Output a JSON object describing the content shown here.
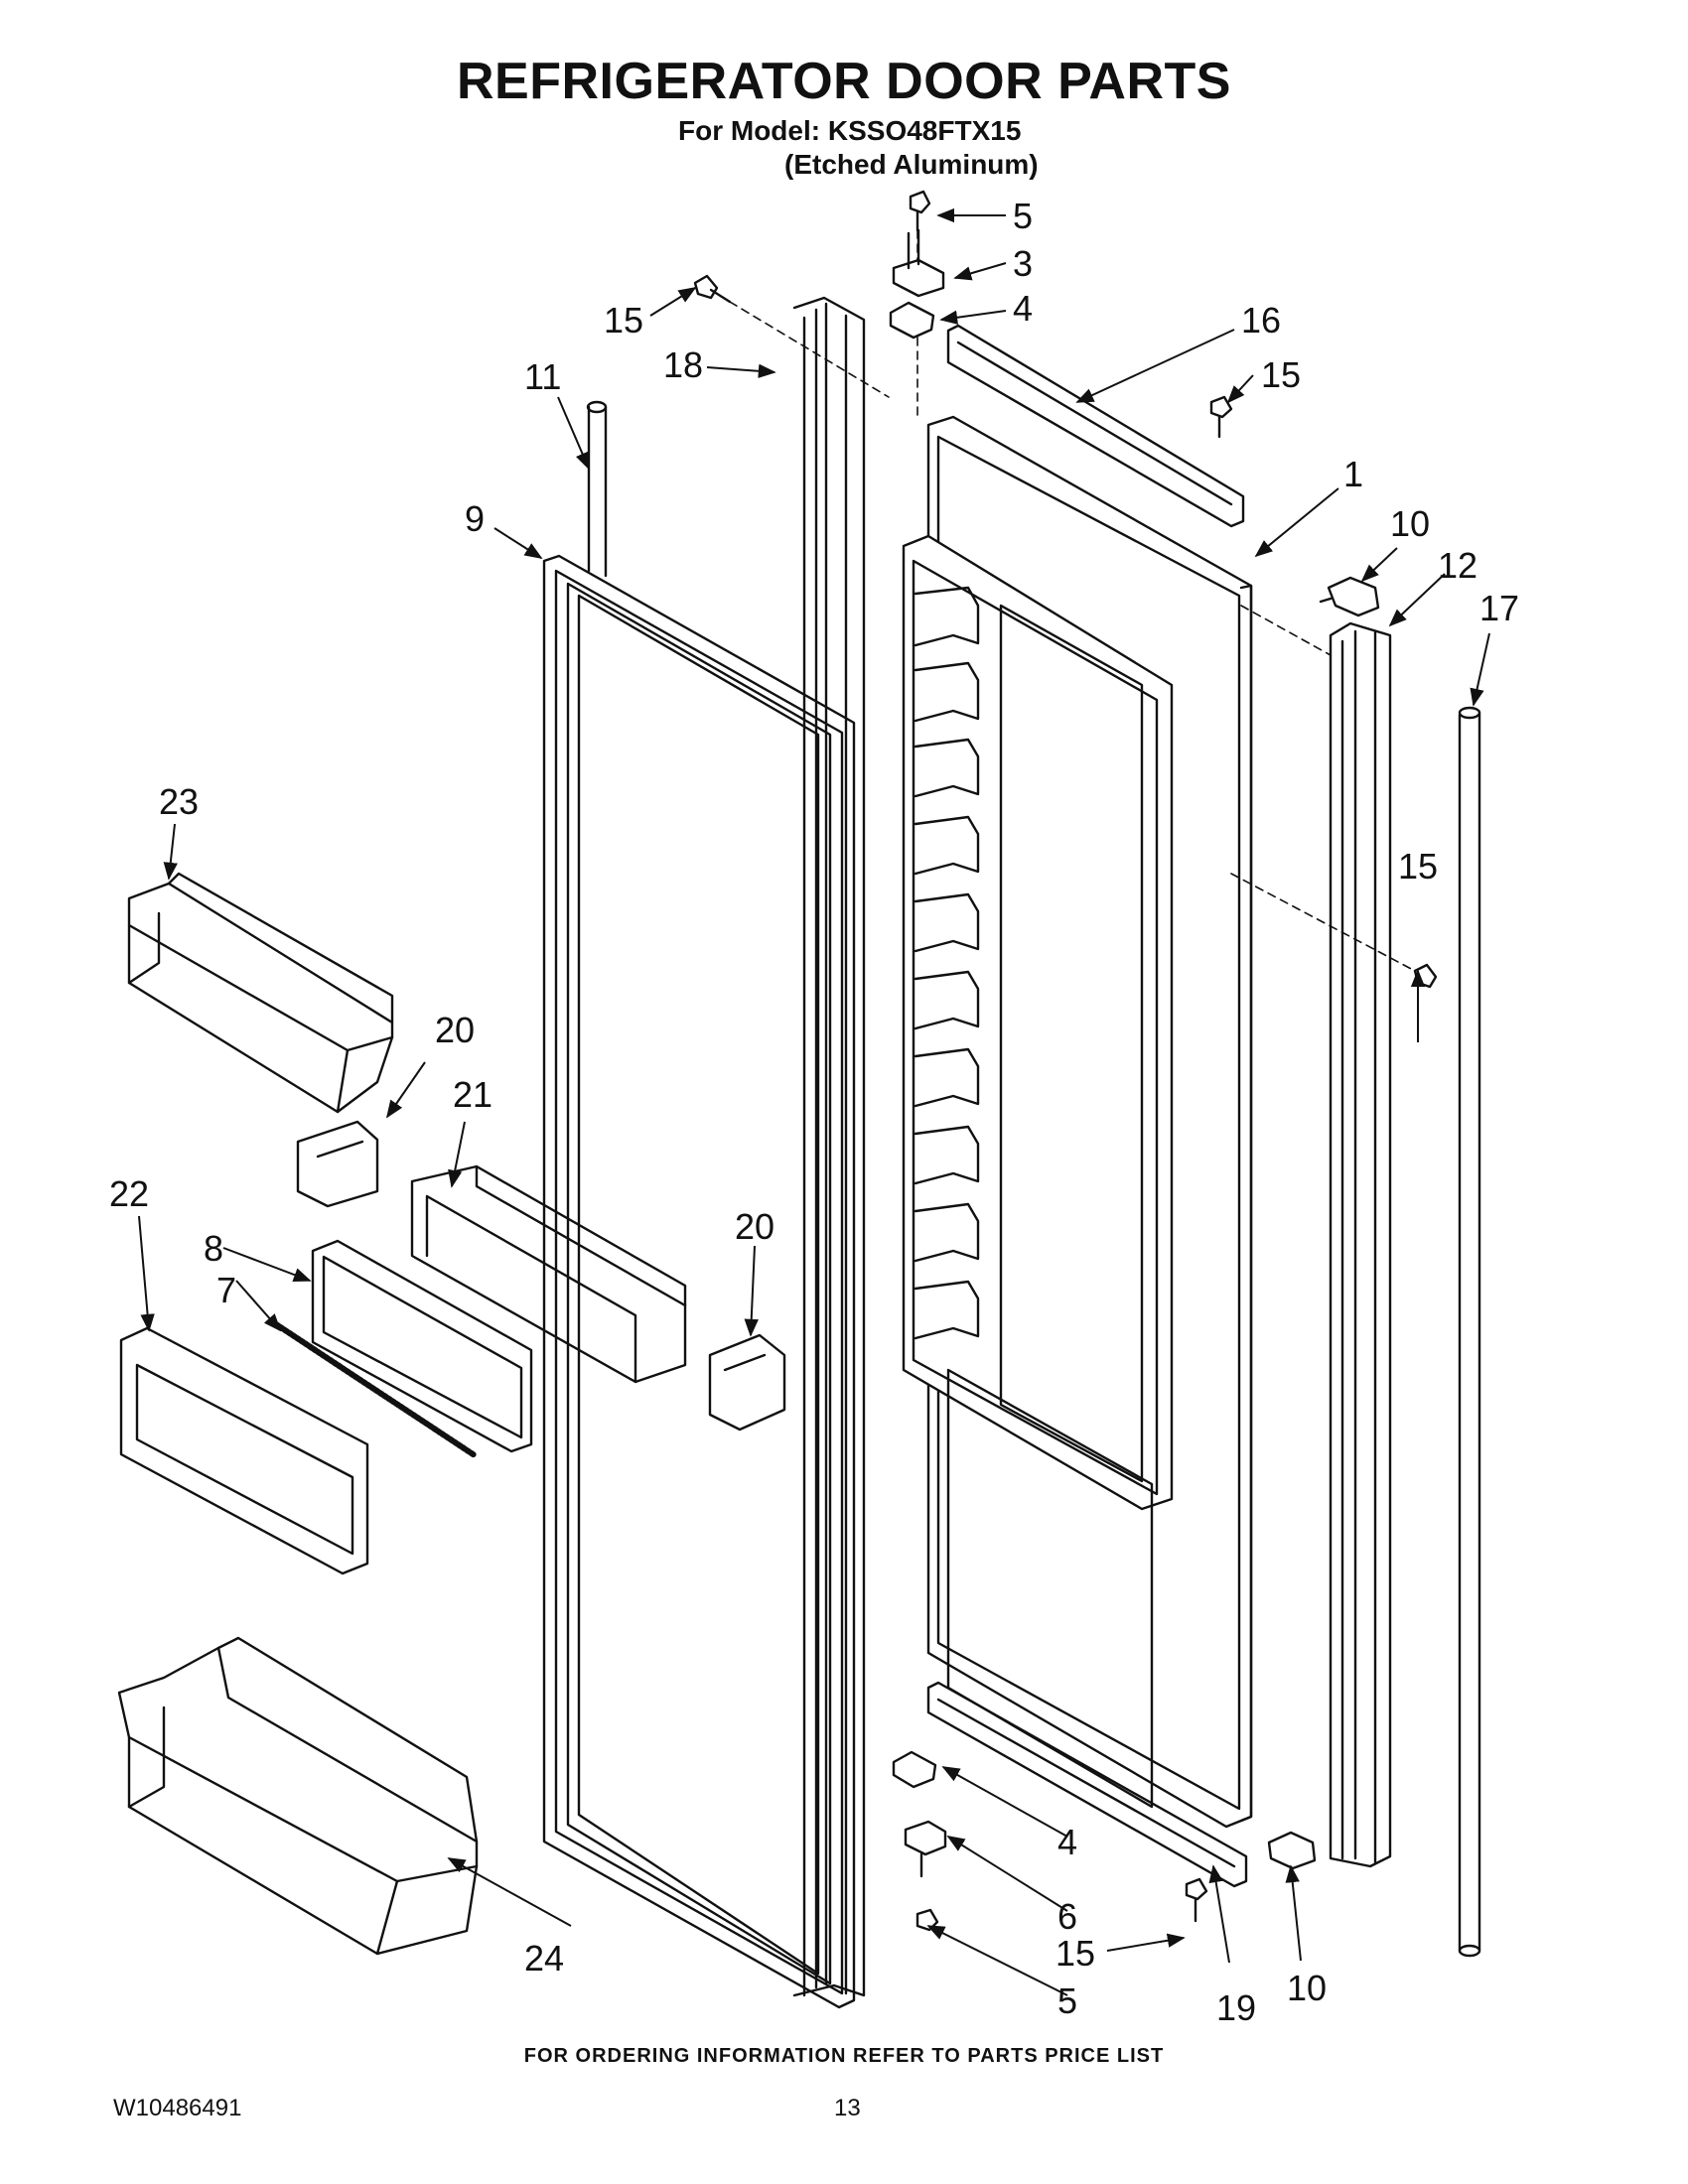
{
  "header": {
    "title": "REFRIGERATOR DOOR PARTS",
    "model_line": "For Model: KSSO48FTX15",
    "finish_line": "(Etched Aluminum)"
  },
  "footer": {
    "ordering_note": "FOR ORDERING INFORMATION REFER TO PARTS PRICE LIST",
    "document_number": "W10486491",
    "page_number": "13"
  },
  "callouts": {
    "c1": "1",
    "c3": "3",
    "c4a": "4",
    "c4b": "4",
    "c5a": "5",
    "c5b": "5",
    "c6": "6",
    "c7": "7",
    "c8": "8",
    "c9": "9",
    "c10a": "10",
    "c10b": "10",
    "c11": "11",
    "c12": "12",
    "c15a": "15",
    "c15b": "15",
    "c15c": "15",
    "c15d": "15",
    "c16": "16",
    "c17": "17",
    "c18": "18",
    "c19": "19",
    "c20a": "20",
    "c20b": "20",
    "c21": "21",
    "c22": "22",
    "c23": "23",
    "c24": "24"
  }
}
